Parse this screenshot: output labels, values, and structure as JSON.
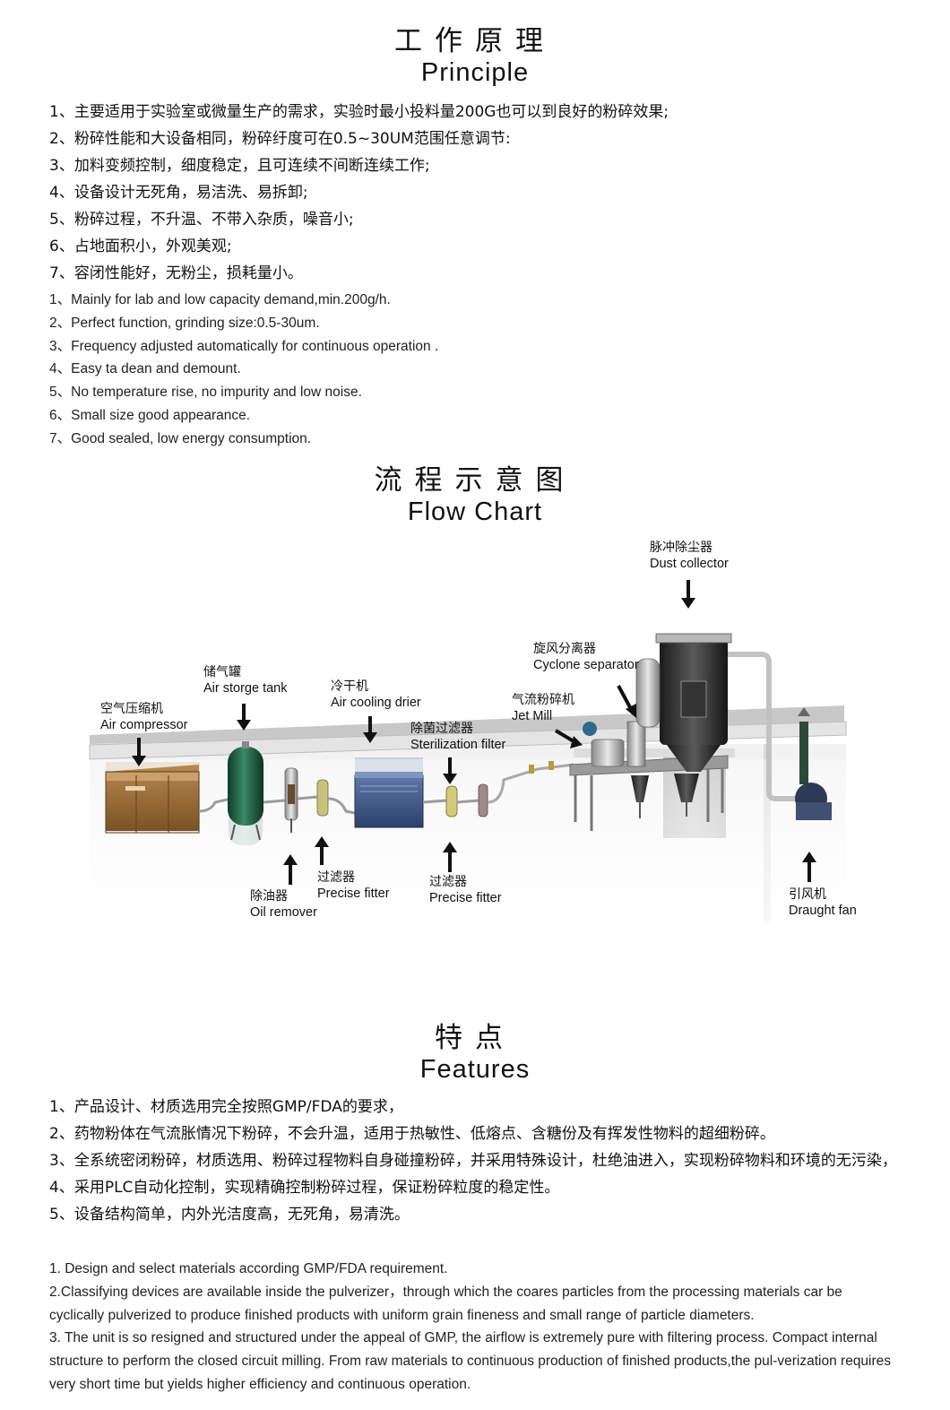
{
  "principle": {
    "title_cn": "工作原理",
    "title_en": "Principle",
    "items_cn": [
      "1、主要适用于实验室或微量生产的需求，实验时最小投料量200G也可以到良好的粉碎效果;",
      "2、粉碎性能和大设备相同，粉碎纡度可在0.5~30UM范围任意调节:",
      "3、加料变频控制，细度稳定，且可连续不间断连续工作;",
      "4、设备设计无死角，易洁洗、易拆卸;",
      "5、粉碎过程，不升温、不带入杂质，噪音小;",
      "6、占地面积小，外观美观;",
      "7、容闭性能好，无粉尘，损耗量小。"
    ],
    "items_en": [
      "1、Mainly for lab and low capacity demand,min.200g/h.",
      "2、Perfect function, grinding size:0.5-30um.",
      "3、Frequency adjusted automatically for continuous operation .",
      "4、Easy ta dean and demount.",
      "5、No temperature rise, no impurity and low noise.",
      "6、Small size good appearance.",
      "7、Good sealed, low energy consumption."
    ]
  },
  "flow": {
    "title_cn": "流程示意图",
    "title_en": "Flow Chart",
    "labels": {
      "dust_cn": "脉冲除尘器",
      "dust_en": "Dust collector",
      "cyclone_cn": "旋风分离器",
      "cyclone_en": "Cyclone separator",
      "tank_cn": "储气罐",
      "tank_en": "Air storge tank",
      "drier_cn": "冷干机",
      "drier_en": "Air cooling drier",
      "jet_cn": "气流粉碎机",
      "jet_en": "Jet Mill",
      "compressor_cn": "空气压缩机",
      "compressor_en": "Air compressor",
      "steril_cn": "除菌过滤器",
      "steril_en": "Sterilization filter",
      "precise1_cn": "过滤器",
      "precise1_en": "Precise fitter",
      "oil_cn": "除油器",
      "oil_en": "Oil remover",
      "precise2_cn": "过滤器",
      "precise2_en": "Precise fitter",
      "fan_cn": "引风机",
      "fan_en": "Draught fan"
    }
  },
  "features": {
    "title_cn": "特点",
    "title_en": "Features",
    "items_cn": [
      "1、产品设计、材质选用完全按照GMP/FDA的要求，",
      "2、药物粉体在气流胀情况下粉碎，不会升温，适用于热敏性、低熔点、含糖份及有挥发性物料的超细粉碎。",
      "3、全系统密闭粉碎，材质选用、粉碎过程物料自身碰撞粉碎，并采用特殊设计，杜绝油进入，实现粉碎物料和环境的无污染，",
      "4、采用PLC自动化控制，实现精确控制粉碎过程，保证粉碎粒度的稳定性。",
      "5、设备结构简单，内外光洁度高，无死角，易清洗。"
    ],
    "items_en": [
      "1. Design and select materials according GMP/FDA requirement.",
      "2.Classifying devices are available inside the pulverizer，through which the coares particles from the processing materials car be cyclically pulverized to produce finished products with uniform grain fineness and small range of particle diameters.",
      "3. The unit is so resigned and structured under the appeal of GMP, the airflow is extremely pure with filtering process. Compact internal structure to perform the closed circuit milling. From raw materials to continuous production of finished products,the pul-verization requires very short time but yields higher efficiency and continuous operation."
    ]
  }
}
